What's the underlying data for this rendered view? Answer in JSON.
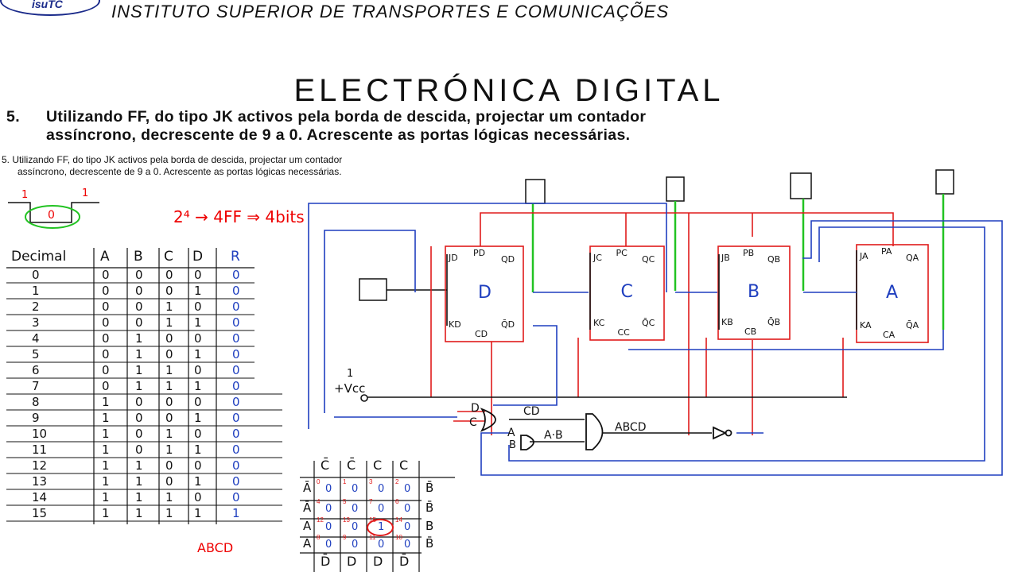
{
  "header": {
    "logo_text": "isuTC",
    "institute": "INSTITUTO SUPERIOR DE TRANSPORTES E COMUNICAÇÕES"
  },
  "title": "ELECTRÓNICA DIGITAL",
  "task": {
    "number": "5.",
    "line1": "Utilizando FF, do tipo JK activos pela borda de descida, projectar um contador",
    "line2": "assíncrono, decrescente  de 9 a 0.  Acrescente as portas lógicas necessárias."
  },
  "task_small": {
    "line1": "5.  Utilizando FF, do tipo JK activos pela borda de descida, projectar um contador",
    "line2": "assíncrono, decrescente  de 9 a 0.  Acrescente as portas lógicas necessárias."
  },
  "notes": {
    "pulse_high_left": "1",
    "pulse_high_right": "1",
    "pulse_low": "0",
    "ff_count": "2⁴ → 4FF ⇒ 4bits",
    "kmap_result": "ABCD"
  },
  "truth_table": {
    "headers": [
      "Decimal",
      "A",
      "B",
      "C",
      "D",
      "R"
    ],
    "rows": [
      [
        "0",
        "0",
        "0",
        "0",
        "0",
        "0"
      ],
      [
        "1",
        "0",
        "0",
        "0",
        "1",
        "0"
      ],
      [
        "2",
        "0",
        "0",
        "1",
        "0",
        "0"
      ],
      [
        "3",
        "0",
        "0",
        "1",
        "1",
        "0"
      ],
      [
        "4",
        "0",
        "1",
        "0",
        "0",
        "0"
      ],
      [
        "5",
        "0",
        "1",
        "0",
        "1",
        "0"
      ],
      [
        "6",
        "0",
        "1",
        "1",
        "0",
        "0"
      ],
      [
        "7",
        "0",
        "1",
        "1",
        "1",
        "0"
      ],
      [
        "8",
        "1",
        "0",
        "0",
        "0",
        "0"
      ],
      [
        "9",
        "1",
        "0",
        "0",
        "1",
        "0"
      ],
      [
        "10",
        "1",
        "0",
        "1",
        "0",
        "0"
      ],
      [
        "11",
        "1",
        "0",
        "1",
        "1",
        "0"
      ],
      [
        "12",
        "1",
        "1",
        "0",
        "0",
        "0"
      ],
      [
        "13",
        "1",
        "1",
        "0",
        "1",
        "0"
      ],
      [
        "14",
        "1",
        "1",
        "1",
        "0",
        "0"
      ],
      [
        "15",
        "1",
        "1",
        "1",
        "1",
        "1"
      ]
    ]
  },
  "kmap": {
    "col_headers": [
      "C̄",
      "C̄",
      "C",
      "C"
    ],
    "row_headers": [
      "Ā",
      "Ā",
      "A",
      "A"
    ],
    "right_headers": [
      "B̄",
      "B̄",
      "B",
      "B̄"
    ],
    "bottom_headers": [
      "D̄",
      "D",
      "D",
      "D̄"
    ],
    "cells": [
      [
        "0",
        "0",
        "0",
        "0"
      ],
      [
        "0",
        "0",
        "0",
        "0"
      ],
      [
        "0",
        "0",
        "1",
        "0"
      ],
      [
        "0",
        "0",
        "0",
        "0"
      ]
    ],
    "cell_indices": [
      [
        "0",
        "1",
        "3",
        "2"
      ],
      [
        "4",
        "5",
        "7",
        "6"
      ],
      [
        "12",
        "13",
        "15",
        "14"
      ],
      [
        "8",
        "9",
        "11",
        "10"
      ]
    ]
  },
  "circuit": {
    "flipflops": [
      {
        "name": "D",
        "j": "JD",
        "k": "KD",
        "p": "PD",
        "c": "CD",
        "q": "QD",
        "qn": "Q̄D"
      },
      {
        "name": "C",
        "j": "JC",
        "k": "KC",
        "p": "PC",
        "c": "CC",
        "q": "QC",
        "qn": "Q̄C"
      },
      {
        "name": "B",
        "j": "JB",
        "k": "KB",
        "p": "PB",
        "c": "CB",
        "q": "QB",
        "qn": "Q̄B"
      },
      {
        "name": "A",
        "j": "JA",
        "k": "KA",
        "p": "PA",
        "c": "CA",
        "q": "QA",
        "qn": "Q̄A"
      }
    ],
    "vcc_label": "1\n+Vcc",
    "vcc_one": "1",
    "vcc_text": "+Vcc",
    "gate1_in": [
      "D",
      "C"
    ],
    "gate1_out": "CD",
    "gate2_in": [
      "A",
      "B"
    ],
    "gate2_out": "A·B",
    "gate3_out": "ABCD"
  },
  "colors": {
    "red": "#e01b1b",
    "blue": "#1f3fbf",
    "green": "#22c322",
    "black": "#111111"
  }
}
